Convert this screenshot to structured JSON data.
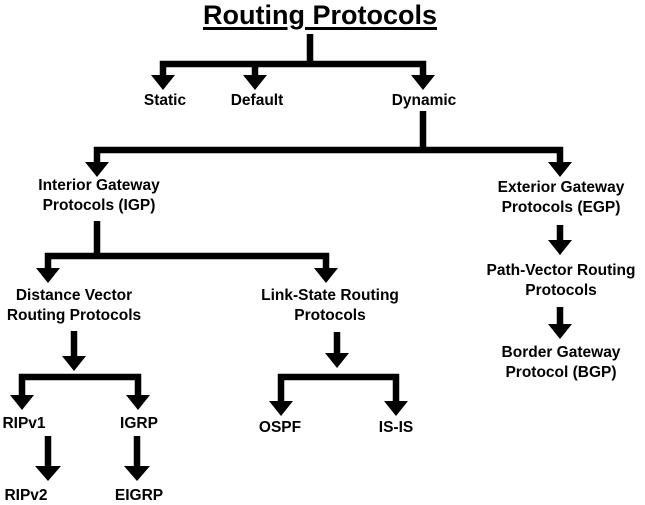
{
  "title": "Routing Protocols",
  "colors": {
    "ink": "#000000",
    "background": "#ffffff"
  },
  "nodes": {
    "static": {
      "label": "Static"
    },
    "default": {
      "label": "Default"
    },
    "dynamic": {
      "label": "Dynamic"
    },
    "igp": {
      "lines": [
        "Interior Gateway",
        "Protocols (IGP)"
      ]
    },
    "egp": {
      "lines": [
        "Exterior Gateway",
        "Protocols (EGP)"
      ]
    },
    "distance_vector": {
      "lines": [
        "Distance Vector",
        "Routing Protocols"
      ]
    },
    "link_state": {
      "lines": [
        "Link-State Routing",
        "Protocols"
      ]
    },
    "path_vector": {
      "lines": [
        "Path-Vector Routing",
        "Protocols"
      ]
    },
    "bgp": {
      "lines": [
        "Border Gateway",
        "Protocol (BGP)"
      ]
    },
    "ripv1": {
      "label": "RIPv1"
    },
    "igrp": {
      "label": "IGRP"
    },
    "ripv2": {
      "label": "RIPv2"
    },
    "eigrp": {
      "label": "EIGRP"
    },
    "ospf": {
      "label": "OSPF"
    },
    "isis": {
      "label": "IS-IS"
    }
  },
  "edges": [
    {
      "from": "routing_protocols",
      "to": "static"
    },
    {
      "from": "routing_protocols",
      "to": "default"
    },
    {
      "from": "routing_protocols",
      "to": "dynamic"
    },
    {
      "from": "dynamic",
      "to": "igp"
    },
    {
      "from": "dynamic",
      "to": "egp"
    },
    {
      "from": "igp",
      "to": "distance_vector"
    },
    {
      "from": "igp",
      "to": "link_state"
    },
    {
      "from": "distance_vector",
      "to": "ripv1"
    },
    {
      "from": "distance_vector",
      "to": "igrp"
    },
    {
      "from": "ripv1",
      "to": "ripv2"
    },
    {
      "from": "igrp",
      "to": "eigrp"
    },
    {
      "from": "link_state",
      "to": "ospf"
    },
    {
      "from": "link_state",
      "to": "isis"
    },
    {
      "from": "egp",
      "to": "path_vector"
    },
    {
      "from": "path_vector",
      "to": "bgp"
    }
  ]
}
